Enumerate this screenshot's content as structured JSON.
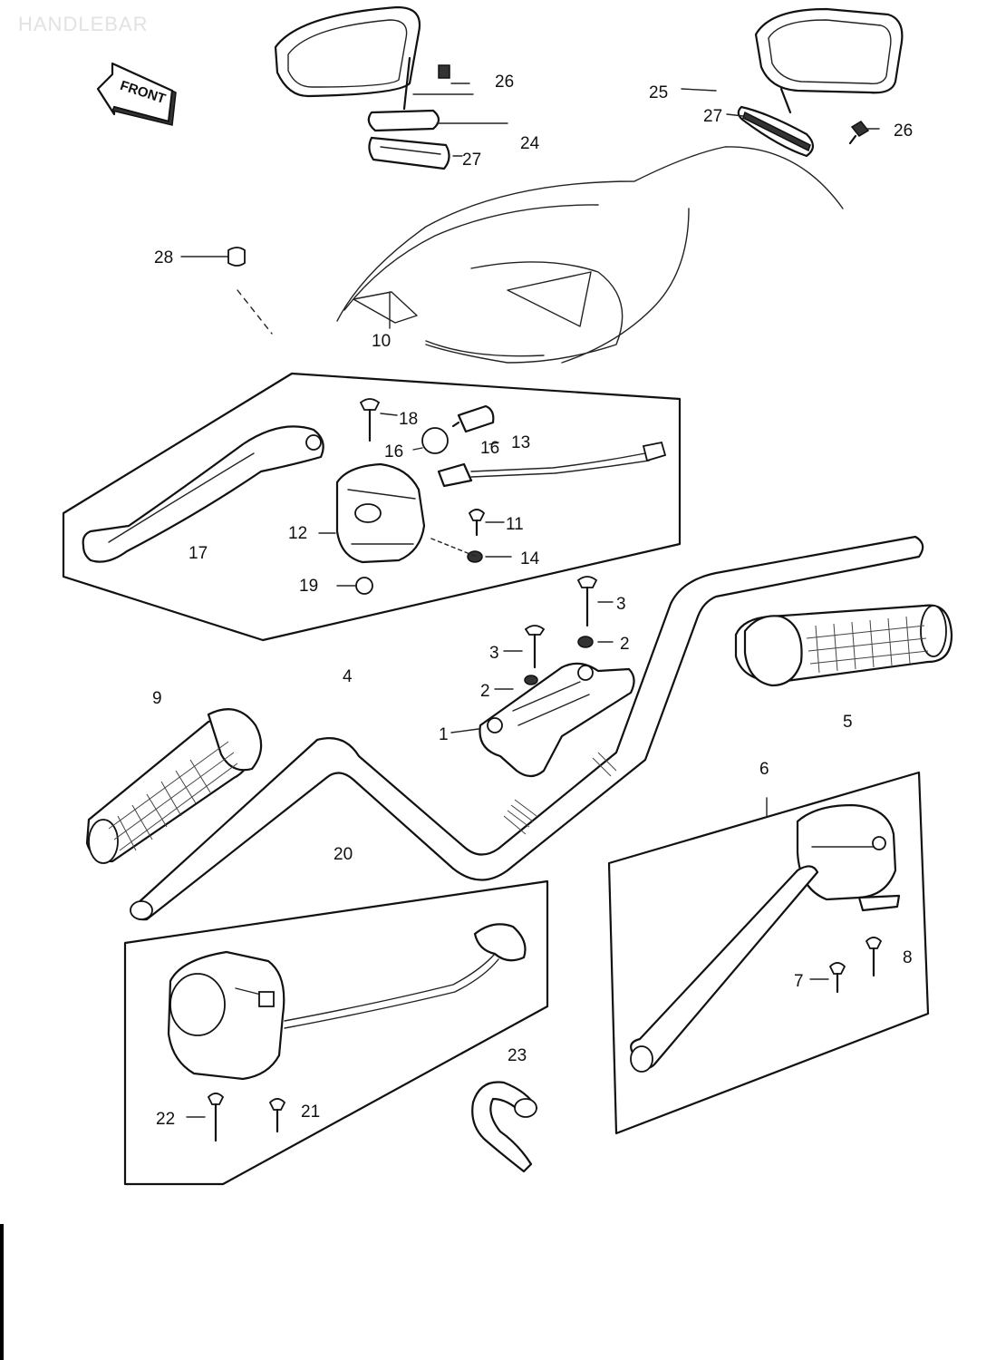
{
  "title": "HANDLEBAR",
  "front_marker": "FRONT",
  "labels": {
    "l26a": "26",
    "l25": "25",
    "l27a": "27",
    "l26b": "26",
    "l24": "24",
    "l27b": "27",
    "l28": "28",
    "l10": "10",
    "l18": "18",
    "l16a": "16",
    "l16b": "16",
    "l13": "13",
    "l12": "12",
    "l11": "11",
    "l17": "17",
    "l14": "14",
    "l19": "19",
    "l3a": "3",
    "l2a": "2",
    "l3b": "3",
    "l2b": "2",
    "l1": "1",
    "l4": "4",
    "l9": "9",
    "l5": "5",
    "l20": "20",
    "l6": "6",
    "l7": "7",
    "l8": "8",
    "l23": "23",
    "l22": "22",
    "l21": "21"
  }
}
